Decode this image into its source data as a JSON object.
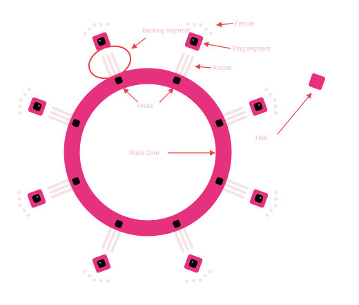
{
  "labels": {
    "backing_segment": "Backing segment",
    "ferrule": "Ferrule",
    "ring_segment": "Ring segment",
    "anchor": "Anchor",
    "holes": "Holes",
    "ring_core": "Rope Core",
    "hub": "Hub"
  },
  "colors": {
    "accent": "#E5317E",
    "bead": "#000000",
    "callout": "#E8424B",
    "label_text": "#F1B9CB",
    "faint_stroke": "#F4E4E8",
    "bead_highlight": "#FFFFFF",
    "background": "#FFFFFF"
  }
}
